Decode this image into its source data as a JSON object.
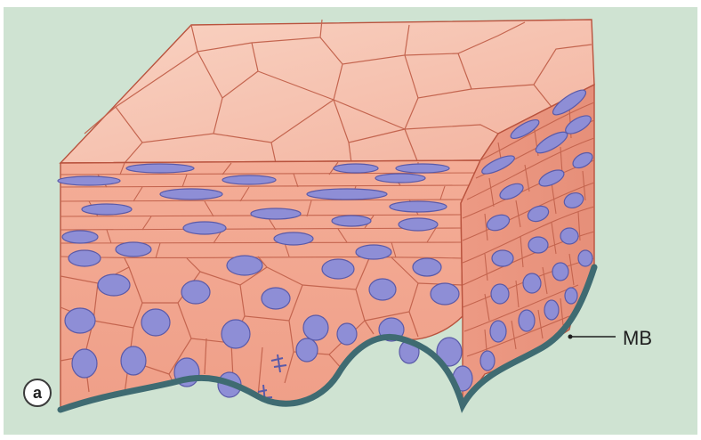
{
  "figure": {
    "panel_label": "a",
    "labels": [
      {
        "id": "mb",
        "text": "MB",
        "points_to": "basement-membrane"
      }
    ],
    "colors": {
      "background": "#cfe3d2",
      "cell_fill": "#f2a48e",
      "cell_light": "#f8c7b3",
      "top_surface": "#f7cbb9",
      "cell_border": "#b9533e",
      "nucleus": "#8e8ed6",
      "nucleus_border": "#5a5aa8",
      "basement_membrane": "#3f6b72",
      "shadow_side": "#e89a86"
    },
    "layers": [
      "superficial-squamous-cells",
      "intermediate-flattened-cells",
      "polyhedral-cells",
      "basal-cuboidal-cells",
      "basement-membrane"
    ]
  }
}
